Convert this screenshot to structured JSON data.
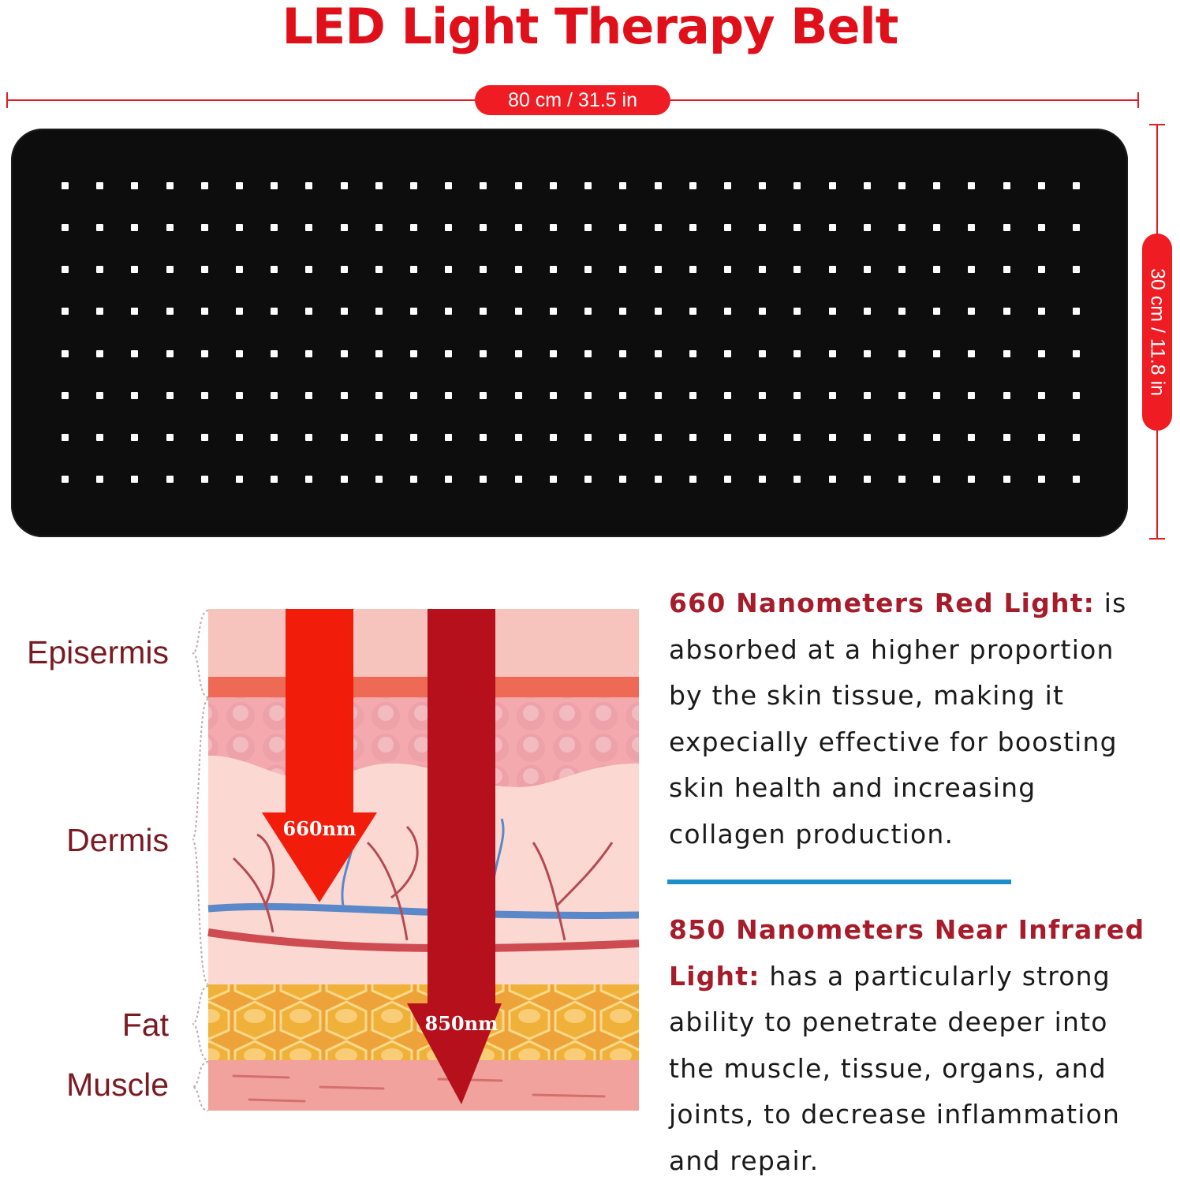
{
  "title": "LED Light Therapy Belt",
  "dimensions": {
    "width_label": "80 cm / 31.5 in",
    "height_label": "30 cm / 11.8 in"
  },
  "belt": {
    "led_rows": 8,
    "led_columns": 30,
    "led_color": "#ffffff",
    "body_color": "#0d0d0d"
  },
  "layers": {
    "epidermis": "Episermis",
    "dermis": "Dermis",
    "fat": "Fat",
    "muscle": "Muscle"
  },
  "arrows": {
    "red": {
      "label": "660nm",
      "color": "#f21c0a"
    },
    "nir": {
      "label": "850nm",
      "color": "#b5101c"
    }
  },
  "descriptions": {
    "red": {
      "heading": "660 Nanometers Red Light:",
      "body_first": " is",
      "lines": [
        "absorbed at a higher proportion",
        "by the skin tissue, making it",
        "expecially effective for boosting",
        "skin health and increasing",
        "collagen production."
      ]
    },
    "nir": {
      "heading_line1": "850 Nanometers Near Infrared",
      "heading_line2": "Light:",
      "body_first": " has a particularly strong",
      "lines": [
        "ability to penetrate deeper into",
        "the muscle, tissue, organs, and",
        "joints, to decrease inflammation",
        "and repair."
      ]
    }
  },
  "colors": {
    "title": "#e0101a",
    "accent_red": "#ef1c23",
    "heading": "#a61c2a",
    "divider": "#1b8fc9"
  }
}
